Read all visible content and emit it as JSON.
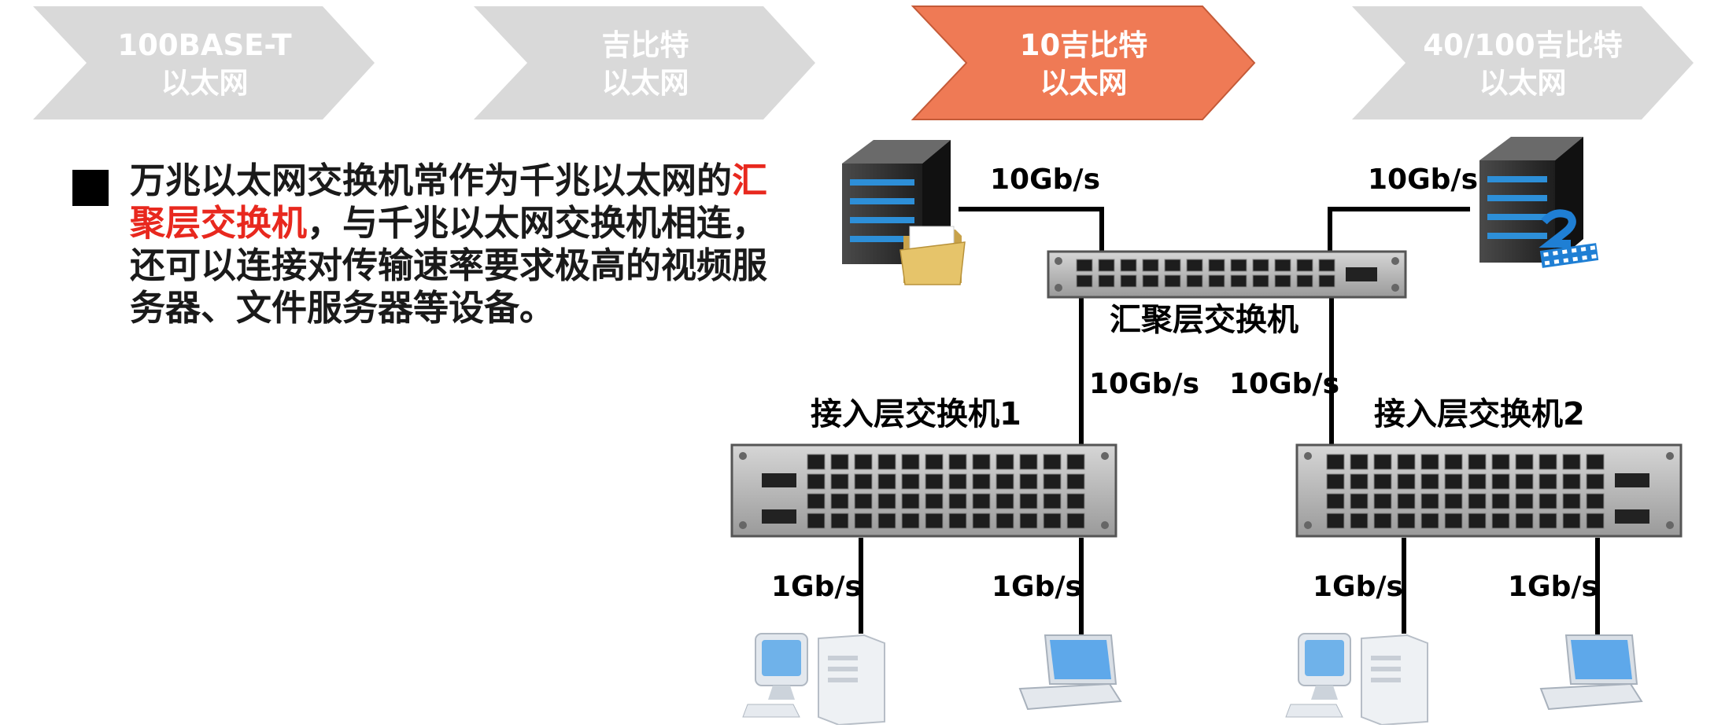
{
  "stages": [
    {
      "line1": "100BASE-T",
      "line2": "以太网",
      "active": false
    },
    {
      "line1": "吉比特",
      "line2": "以太网",
      "active": false
    },
    {
      "line1": "10吉比特",
      "line2": "以太网",
      "active": true
    },
    {
      "line1": "40/100吉比特",
      "line2": "以太网",
      "active": false
    }
  ],
  "colors": {
    "inactive": "#d9d9d9",
    "active": "#ef7a55",
    "highlight": "#e8281e"
  },
  "description": {
    "part1": "万兆以太网交换机常作为千兆以太网的",
    "highlight": "汇聚层交换机",
    "part2": "，与千兆以太网交换机相连，还可以连接对传输速率要求极高的视频服务器、文件服务器等设备。"
  },
  "diagram": {
    "aggregation_label": "汇聚层交换机",
    "access_label_1": "接入层交换机1",
    "access_label_2": "接入层交换机2",
    "speed_file_server": "10Gb/s",
    "speed_video_server": "10Gb/s",
    "speed_uplink_1": "10Gb/s",
    "speed_uplink_2": "10Gb/s",
    "speed_pc_1": "1Gb/s",
    "speed_laptop_1": "1Gb/s",
    "speed_pc_2": "1Gb/s",
    "speed_laptop_2": "1Gb/s"
  }
}
